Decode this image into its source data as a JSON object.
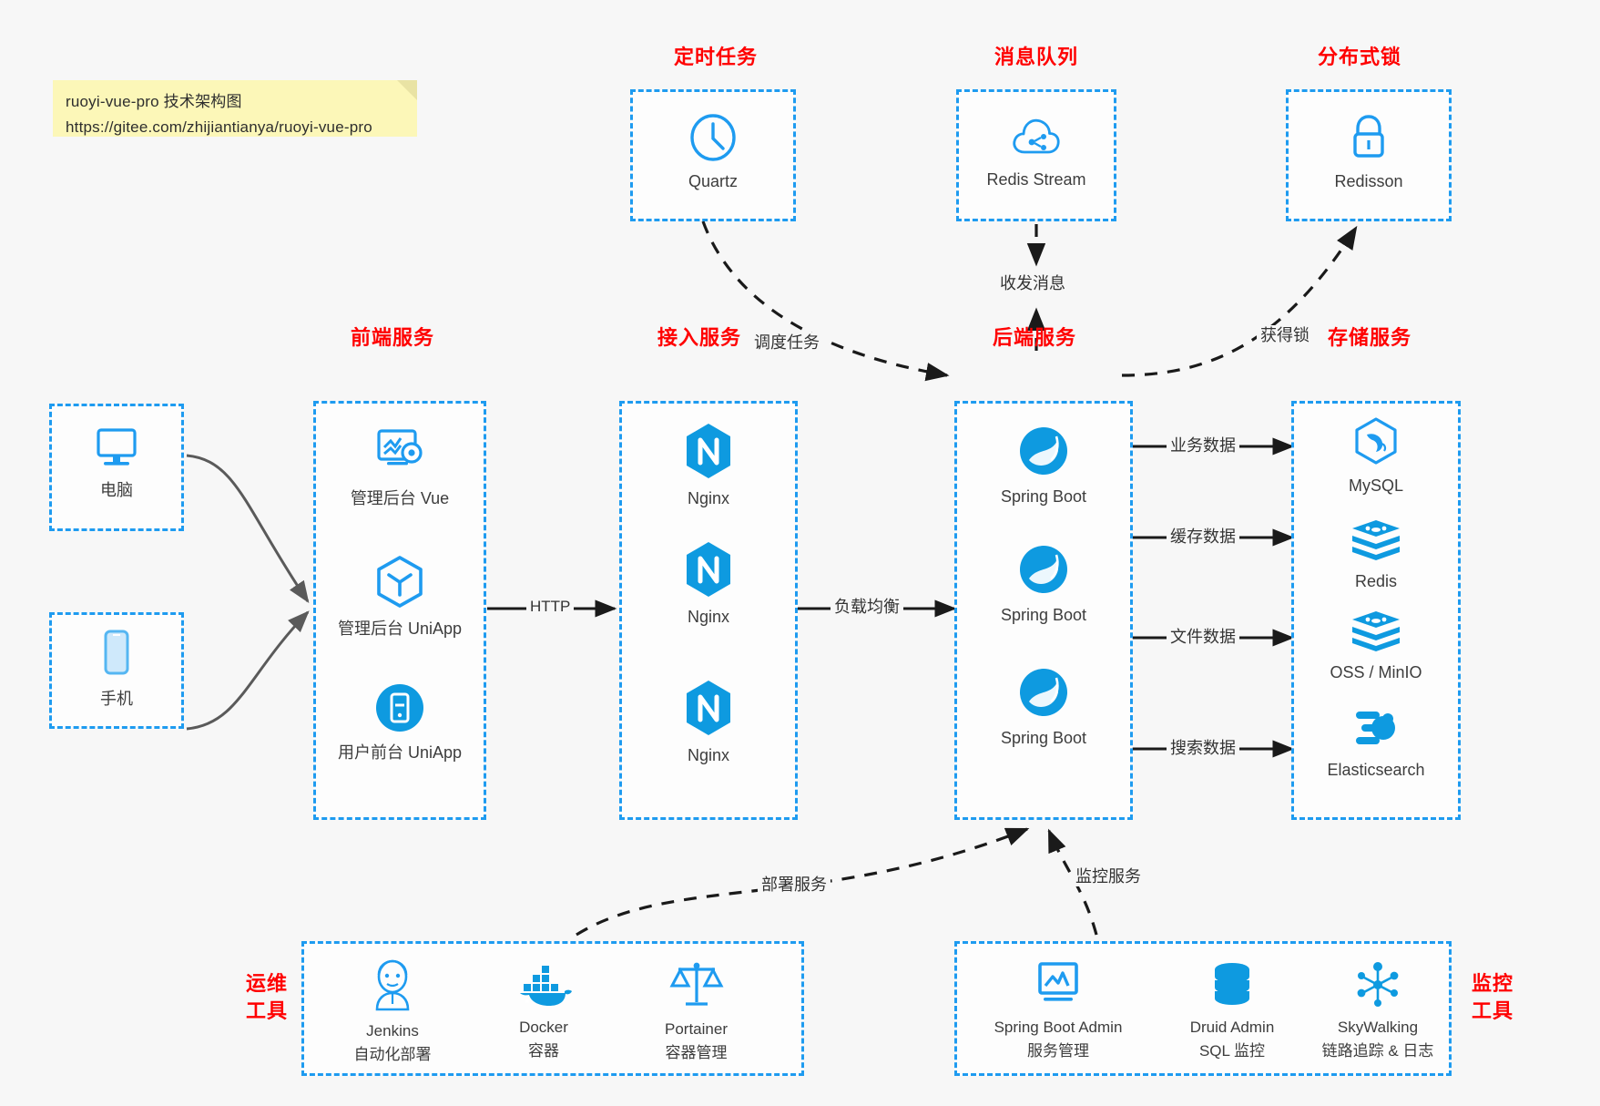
{
  "note": {
    "line1": "ruoyi-vue-pro 技术架构图",
    "line2": "https://gitee.com/zhijiantianya/ruoyi-vue-pro"
  },
  "colors": {
    "accent_blue": "#1e9bf0",
    "title_red": "#ff0000",
    "background": "#f7f7f7",
    "note_yellow": "#fcf7b8",
    "arrow_gray": "#555555"
  },
  "groups": {
    "scheduled_task": {
      "title": "定时任务",
      "items": [
        {
          "label": "Quartz",
          "icon": "clock-icon"
        }
      ]
    },
    "message_queue": {
      "title": "消息队列",
      "items": [
        {
          "label": "Redis Stream",
          "icon": "cloud-stream-icon"
        }
      ]
    },
    "distributed_lock": {
      "title": "分布式锁",
      "items": [
        {
          "label": "Redisson",
          "icon": "lock-icon"
        }
      ]
    },
    "clients": {
      "items": [
        {
          "label": "电脑",
          "icon": "desktop-icon"
        },
        {
          "label": "手机",
          "icon": "mobile-icon"
        }
      ]
    },
    "frontend": {
      "title": "前端服务",
      "items": [
        {
          "label": "管理后台 Vue",
          "icon": "dashboard-gear-icon"
        },
        {
          "label": "管理后台 UniApp",
          "icon": "cube-icon"
        },
        {
          "label": "用户前台 UniApp",
          "icon": "app-circle-icon"
        }
      ]
    },
    "gateway": {
      "title": "接入服务",
      "items": [
        {
          "label": "Nginx",
          "icon": "nginx-icon"
        },
        {
          "label": "Nginx",
          "icon": "nginx-icon"
        },
        {
          "label": "Nginx",
          "icon": "nginx-icon"
        }
      ]
    },
    "backend": {
      "title": "后端服务",
      "items": [
        {
          "label": "Spring Boot",
          "icon": "spring-boot-icon"
        },
        {
          "label": "Spring Boot",
          "icon": "spring-boot-icon"
        },
        {
          "label": "Spring Boot",
          "icon": "spring-boot-icon"
        }
      ]
    },
    "storage": {
      "title": "存储服务",
      "items": [
        {
          "label": "MySQL",
          "icon": "mysql-dolphin-icon"
        },
        {
          "label": "Redis",
          "icon": "redis-stack-icon"
        },
        {
          "label": "OSS / MinIO",
          "icon": "redis-stack-icon"
        },
        {
          "label": "Elasticsearch",
          "icon": "elasticsearch-icon"
        }
      ]
    },
    "devops": {
      "title_line1": "运维",
      "title_line2": "工具",
      "items": [
        {
          "name": "Jenkins",
          "desc": "自动化部署",
          "icon": "jenkins-butler-icon"
        },
        {
          "name": "Docker",
          "desc": "容器",
          "icon": "docker-whale-icon"
        },
        {
          "name": "Portainer",
          "desc": "容器管理",
          "icon": "scales-icon"
        }
      ]
    },
    "monitoring": {
      "title_line1": "监控",
      "title_line2": "工具",
      "items": [
        {
          "name": "Spring Boot Admin",
          "desc": "服务管理",
          "icon": "monitor-chart-icon"
        },
        {
          "name": "Druid Admin",
          "desc": "SQL 监控",
          "icon": "database-icon"
        },
        {
          "name": "SkyWalking",
          "desc": "链路追踪 & 日志",
          "icon": "skywalking-nodes-icon"
        }
      ]
    }
  },
  "edges": [
    {
      "label": "调度任务",
      "from": "Quartz",
      "to": "后端服务"
    },
    {
      "label": "收发消息",
      "from": "Redis Stream",
      "to": "后端服务"
    },
    {
      "label": "获得锁",
      "from": "后端服务",
      "to": "Redisson"
    },
    {
      "label": "HTTP",
      "from": "前端服务",
      "to": "接入服务"
    },
    {
      "label": "负载均衡",
      "from": "接入服务",
      "to": "后端服务"
    },
    {
      "label": "业务数据",
      "from": "后端服务",
      "to": "MySQL"
    },
    {
      "label": "缓存数据",
      "from": "后端服务",
      "to": "Redis"
    },
    {
      "label": "文件数据",
      "from": "后端服务",
      "to": "OSS / MinIO"
    },
    {
      "label": "搜索数据",
      "from": "后端服务",
      "to": "Elasticsearch"
    },
    {
      "label": "部署服务",
      "from": "运维工具",
      "to": "后端服务"
    },
    {
      "label": "监控服务",
      "from": "监控工具",
      "to": "后端服务"
    }
  ]
}
